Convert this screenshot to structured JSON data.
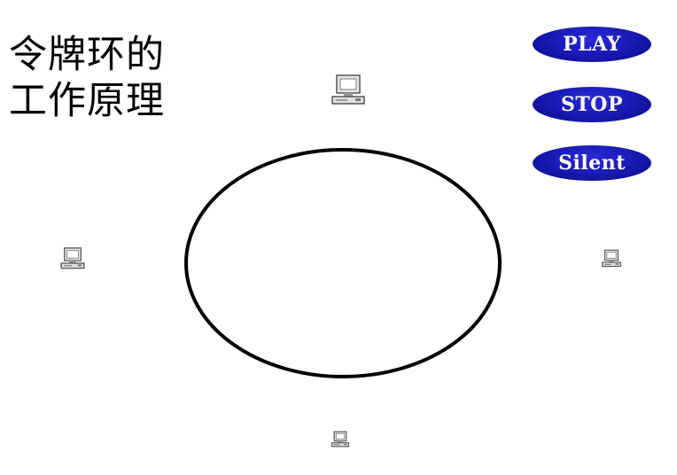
{
  "title": {
    "line1": "令牌环的",
    "line2": "工作原理"
  },
  "controls": {
    "play_label": "PLAY",
    "stop_label": "STOP",
    "silent_label": "Silent"
  },
  "icons": {
    "node": "computer-icon"
  },
  "colors": {
    "button_fill": "#1818b0",
    "ring_stroke": "#000000"
  }
}
